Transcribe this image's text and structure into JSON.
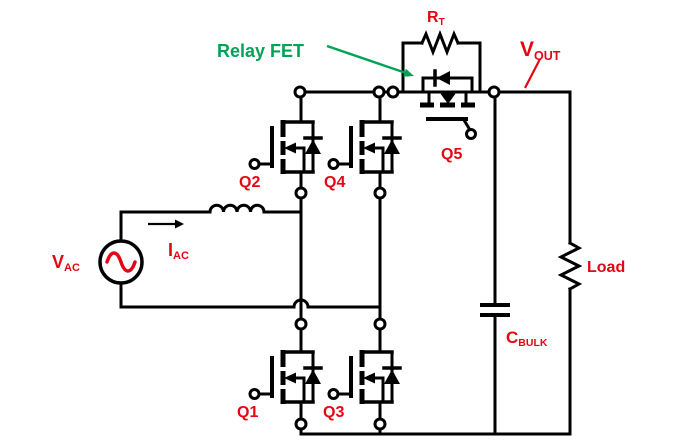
{
  "diagram_type": "circuit-schematic",
  "colors": {
    "label_red": "#e30613",
    "annotation_green": "#00a356",
    "wire_black": "#000000",
    "background": "#ffffff"
  },
  "labels": {
    "relay_fet": "Relay FET",
    "load": "Load",
    "q1": "Q1",
    "q2": "Q2",
    "q3": "Q3",
    "q4": "Q4",
    "q5": "Q5",
    "rt": {
      "base": "R",
      "sub": "T"
    },
    "vout": {
      "base": "V",
      "sub": "OUT"
    },
    "vac": {
      "base": "V",
      "sub": "AC"
    },
    "iac": {
      "base": "I",
      "sub": "AC"
    },
    "cbulk": {
      "base": "C",
      "sub": "BULK"
    }
  },
  "components": [
    {
      "name": "ac-voltage-source",
      "label_key": "vac"
    },
    {
      "name": "line-current-arrow",
      "label_key": "iac"
    },
    {
      "name": "inductor"
    },
    {
      "name": "nmos-with-body-diode",
      "label_key": "q1"
    },
    {
      "name": "nmos-with-body-diode",
      "label_key": "q2"
    },
    {
      "name": "nmos-with-body-diode",
      "label_key": "q3"
    },
    {
      "name": "nmos-with-body-diode",
      "label_key": "q4"
    },
    {
      "name": "relay-fet-with-body-diode",
      "label_key": "q5"
    },
    {
      "name": "inrush-resistor",
      "label_key": "rt"
    },
    {
      "name": "bulk-capacitor",
      "label_key": "cbulk"
    },
    {
      "name": "load-resistor",
      "label_key": "load"
    },
    {
      "name": "output-node",
      "label_key": "vout"
    }
  ]
}
